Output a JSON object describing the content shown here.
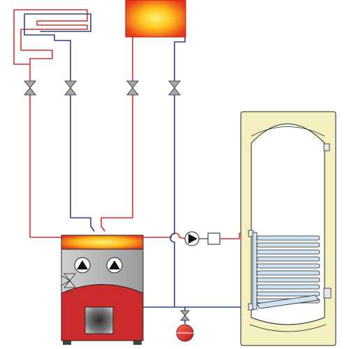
{
  "diagram": {
    "type": "heating-system-schematic",
    "colors": {
      "supply_pipe": "#d8302b",
      "return_pipe": "#2e3f8f",
      "boiler_body": "#cc2b2b",
      "boiler_panel": "#b3b3b3",
      "tank_insulation": "#f4f0c0",
      "coil": "#cfe2ef",
      "radiator_glow": "#ffd21f",
      "radiator_hot": "#e8361d"
    },
    "components": [
      {
        "id": "floor-heating-loop",
        "icon": "underfloor-heating-coil-icon"
      },
      {
        "id": "radiator",
        "icon": "radiator-icon"
      },
      {
        "id": "valve-1",
        "icon": "shutoff-valve-icon"
      },
      {
        "id": "valve-2",
        "icon": "shutoff-valve-icon"
      },
      {
        "id": "valve-3",
        "icon": "shutoff-valve-icon"
      },
      {
        "id": "valve-4",
        "icon": "shutoff-valve-icon"
      },
      {
        "id": "boiler",
        "icon": "boiler-icon"
      },
      {
        "id": "boiler-pump-1",
        "icon": "pump-icon"
      },
      {
        "id": "boiler-pump-2",
        "icon": "pump-icon"
      },
      {
        "id": "boiler-mixing-valve",
        "icon": "three-way-valve-icon"
      },
      {
        "id": "tank-charging-pump",
        "icon": "pump-icon"
      },
      {
        "id": "check-valve",
        "icon": "check-valve-icon"
      },
      {
        "id": "expansion-vessel",
        "icon": "expansion-vessel-icon"
      },
      {
        "id": "hot-water-storage-tank",
        "icon": "storage-tank-icon"
      },
      {
        "id": "heat-exchanger-coil",
        "icon": "coil-icon"
      }
    ]
  }
}
